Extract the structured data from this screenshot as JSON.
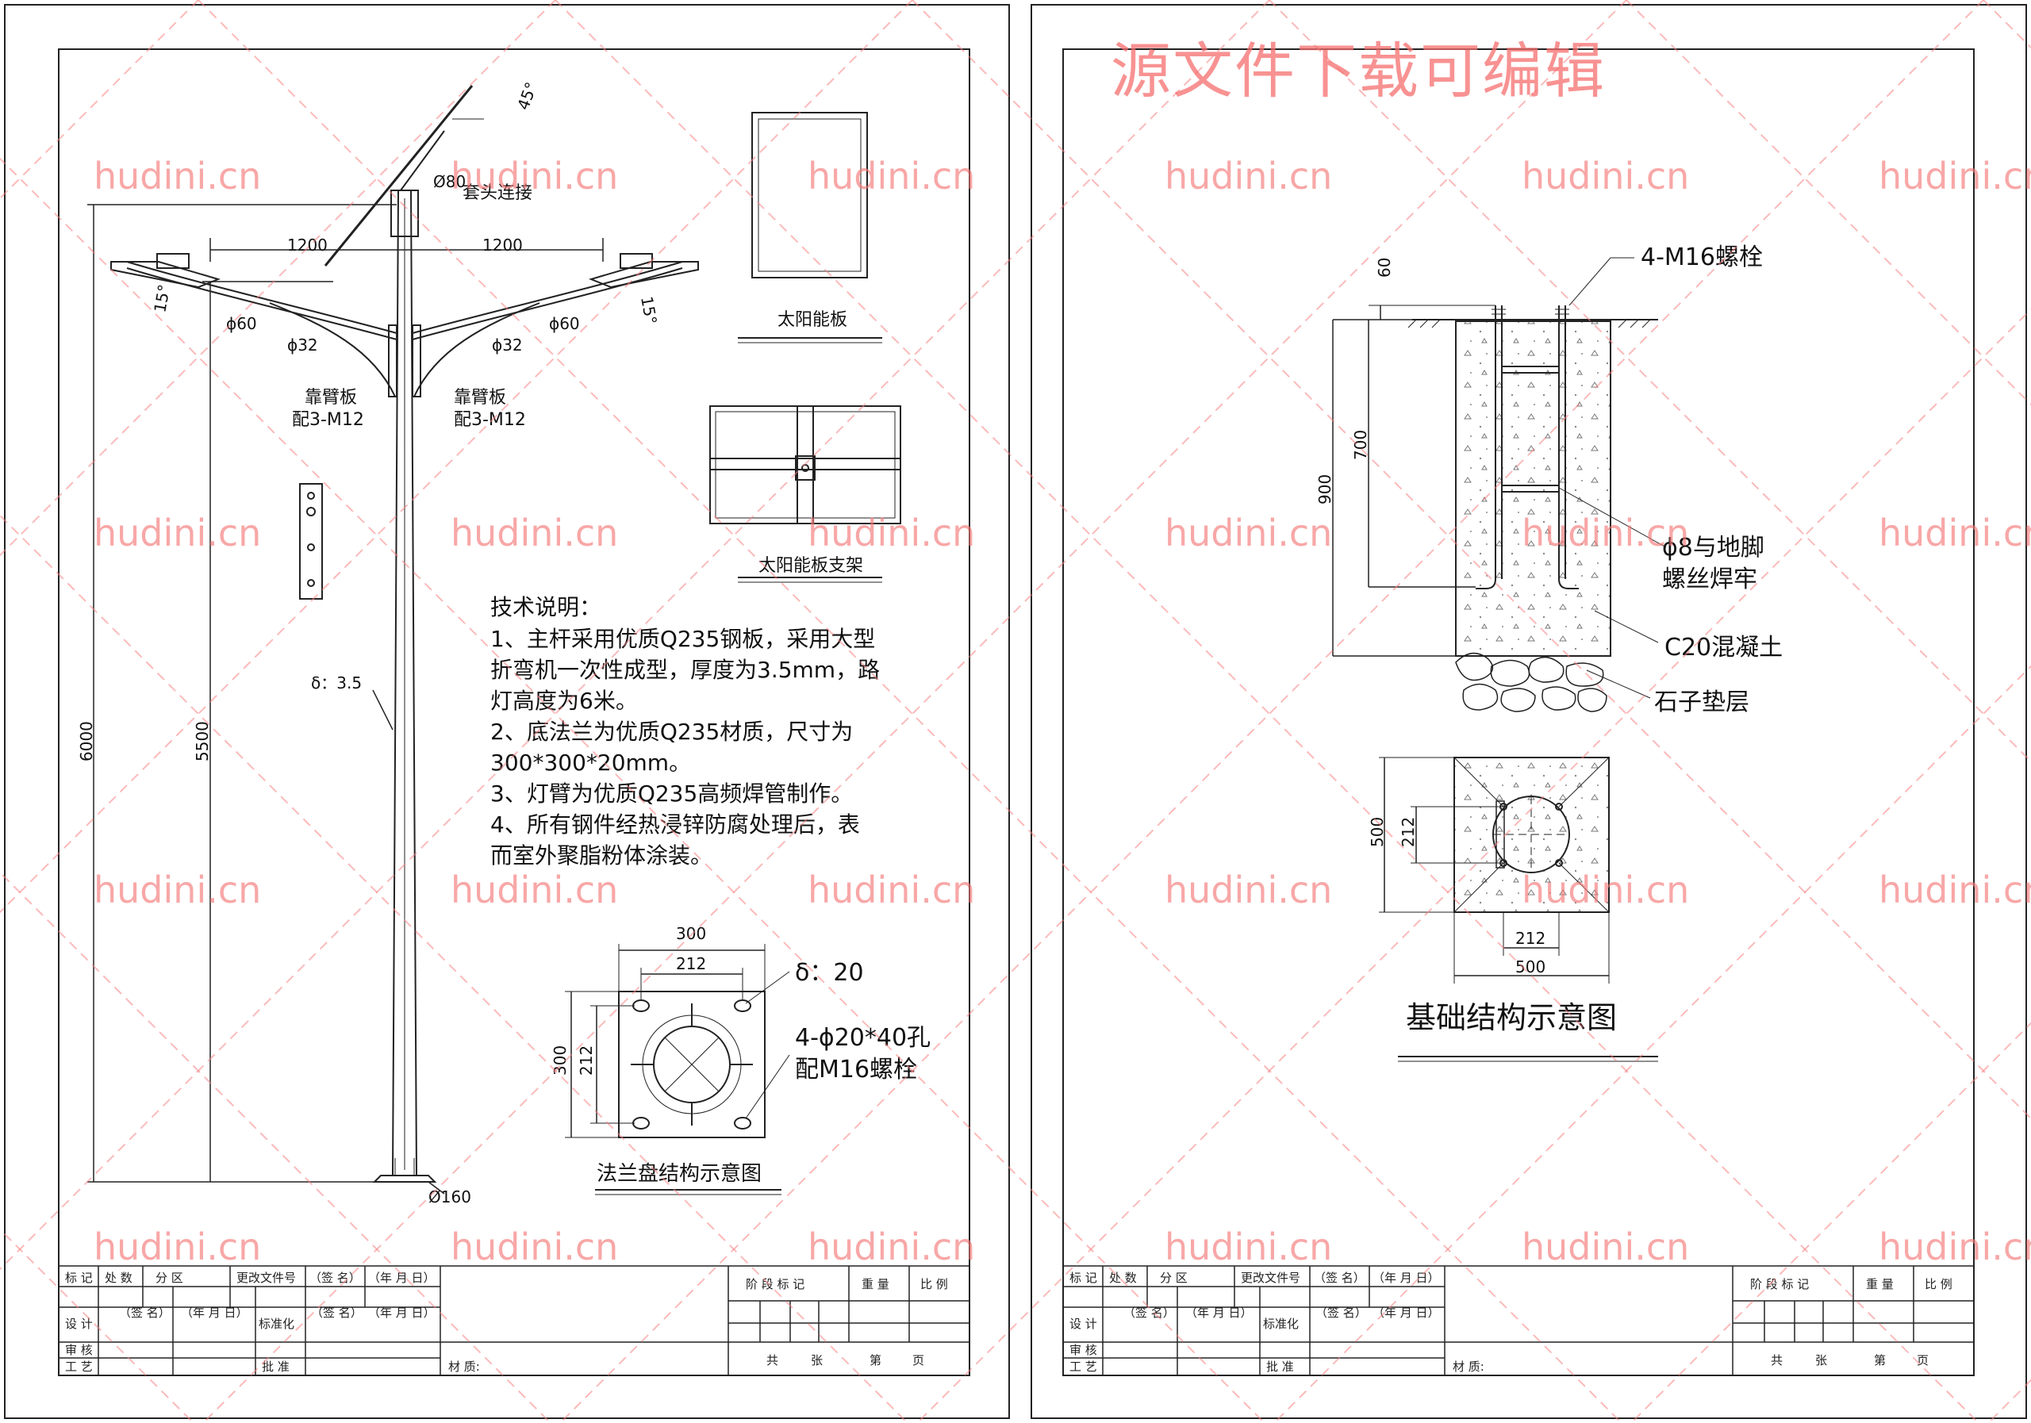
{
  "watermark": {
    "site": "hudini.cn",
    "header": "源文件下载可编辑"
  },
  "sheet1": {
    "pole": {
      "top_diameter": "Ø80",
      "socket_note": "套头连接",
      "arm_length_left": "1200",
      "arm_length_right": "1200",
      "tilt_angle_left": "15°",
      "tilt_angle_right": "15°",
      "panel_angle": "45°",
      "arm_diameter_left": "ϕ60",
      "arm_diameter_right": "ϕ60",
      "brace_diameter_left": "ϕ32",
      "brace_diameter_right": "ϕ32",
      "plate_label_left": "靠臂板",
      "plate_bolt_left": "配3-M12",
      "plate_label_right": "靠臂板",
      "plate_bolt_right": "配3-M12",
      "wall_thickness": "δ：3.5",
      "total_height": "6000",
      "lamp_height": "5500",
      "base_diameter": "Ø160"
    },
    "solar_panel": {
      "title": "太阳能板"
    },
    "solar_bracket": {
      "title": "太阳能板支架"
    },
    "notes": {
      "heading": "技术说明：",
      "lines": [
        "1、主杆采用优质Q235钢板，采用大型",
        "折弯机一次性成型，厚度为3.5mm，路",
        "灯高度为6米。",
        "2、底法兰为优质Q235材质，尺寸为",
        "300*300*20mm。",
        "3、灯臂为优质Q235高频焊管制作。",
        "4、所有钢件经热浸锌防腐处理后，表",
        "而室外聚脂粉体涂装。"
      ]
    },
    "flange": {
      "width": "300",
      "hole_spacing": "212",
      "height": "300",
      "hole_spacing_v": "212",
      "thickness": "δ：20",
      "holes_line1": "4-ϕ20*40孔",
      "holes_line2": "配M16螺栓",
      "title": "法兰盘结构示意图"
    }
  },
  "sheet2": {
    "foundation": {
      "bolt_label": "4-M16螺栓",
      "top_protrusion": "60",
      "embed_depth": "700",
      "total_depth": "900",
      "rebar_line1": "ϕ8与地脚",
      "rebar_line2": "螺丝焊牢",
      "concrete": "C20混凝土",
      "gravel": "石子垫层",
      "plan_height": "500",
      "plan_spacing_v": "212",
      "plan_spacing_h": "212",
      "plan_width": "500",
      "title": "基础结构示意图"
    }
  },
  "title_block": {
    "row1": [
      "标 记",
      "处 数",
      "分 区",
      "更改文件号",
      "（签 名）",
      "（年 月 日）"
    ],
    "design": "设  计",
    "sign": "（签 名）",
    "date": "（年 月 日）",
    "standard": "标准化",
    "sign2": "（签 名）",
    "date2": "（年 月 日）",
    "review": "审  核",
    "process": "工  艺",
    "approve": "批  准",
    "material": "材 质:",
    "stage": "阶 段 标 记",
    "weight": "重 量",
    "scale": "比 例",
    "total": "共",
    "sheets": "张",
    "page_no": "第",
    "page": "页"
  }
}
